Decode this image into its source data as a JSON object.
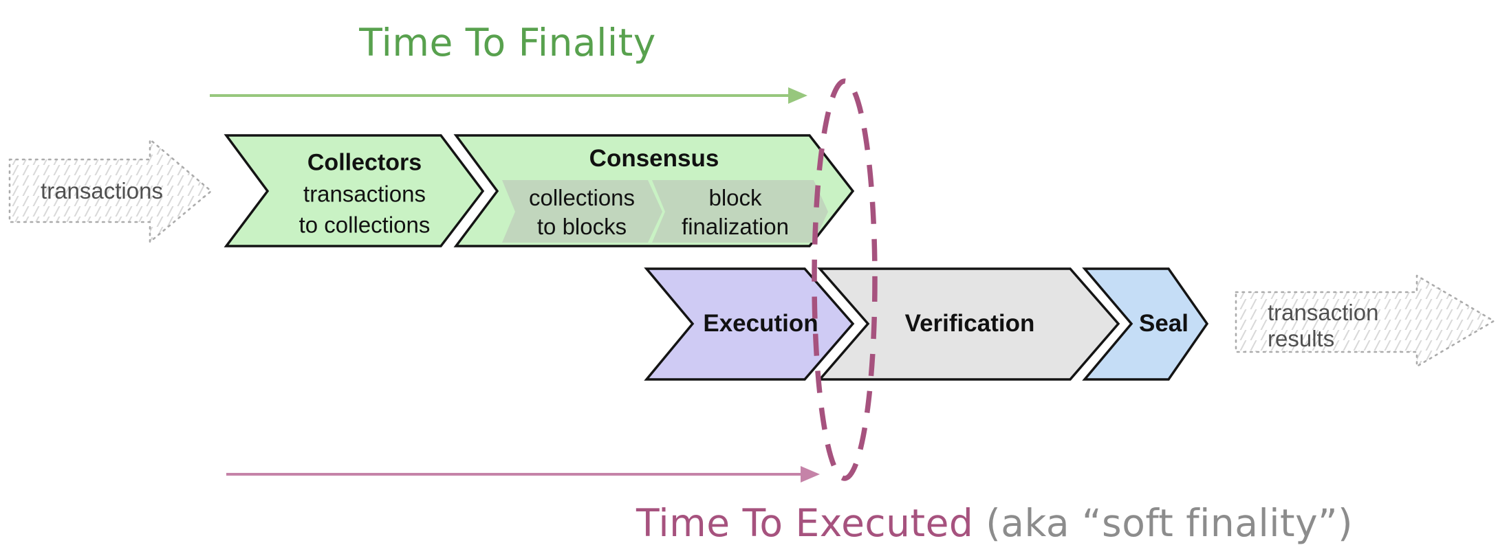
{
  "colors": {
    "title_green": "#58a14e",
    "arrow_green": "#97c77d",
    "chevron_green": "#c9f2c4",
    "consensus_inner": "#c1d6bd",
    "execution_purple": "#cfcbf4",
    "verification_gray": "#e4e4e4",
    "seal_blue": "#c5ddf6",
    "outline_black": "#141414",
    "mauve": "#a6527e",
    "pink_arrow": "#c583a8",
    "caption_gray": "#8c8c8c",
    "sketch_border": "#ababab",
    "sketch_hatch": "#d9d9d9",
    "sketch_text": "#4f4f4f",
    "label_black": "#111111"
  },
  "timeline_top": {
    "label": "Time To Finality"
  },
  "timeline_bottom": {
    "label": "Time To Executed",
    "suffix": " (aka “soft finality”)"
  },
  "input_arrow": {
    "label": "transactions"
  },
  "output_arrow": {
    "line1": "transaction",
    "line2": "results"
  },
  "stages": {
    "collectors": {
      "title": "Collectors",
      "line1": "transactions",
      "line2": "to collections"
    },
    "consensus": {
      "title": "Consensus",
      "sub1": {
        "line1": "collections",
        "line2": "to blocks"
      },
      "sub2": {
        "line1": "block",
        "line2": "finalization"
      }
    },
    "execution": {
      "title": "Execution"
    },
    "verification": {
      "title": "Verification"
    },
    "seal": {
      "title": "Seal"
    }
  }
}
